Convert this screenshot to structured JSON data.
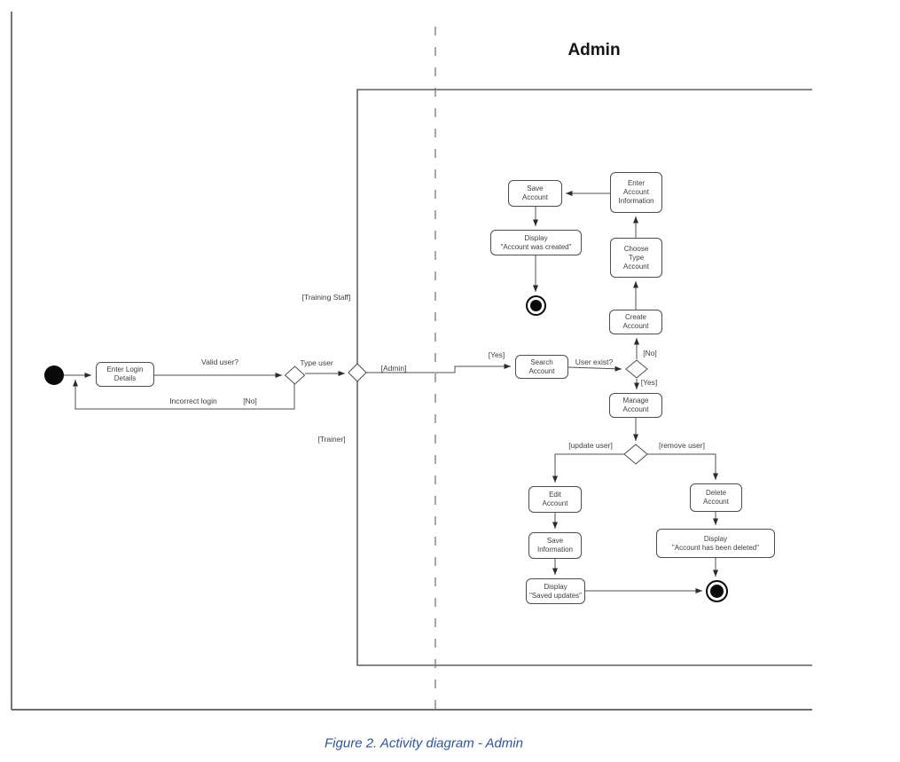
{
  "page": {
    "title": "Admin",
    "caption": "Figure 2. Activity diagram - Admin"
  },
  "colors": {
    "connector_line": "#4f4f4f",
    "frame_line": "#3f3f3f",
    "node_border": "#4d4d4d",
    "node_fill": "#ffffff",
    "text": "#3e3e3e",
    "caption_blue": "#2F5496"
  },
  "nodes": {
    "enter_login": {
      "label": "Enter Login\nDetails"
    },
    "search_account": {
      "label": "Search\nAccount"
    },
    "create_account": {
      "label": "Create\nAccount"
    },
    "choose_type_account": {
      "label": "Choose\nType\nAccount"
    },
    "enter_account_information": {
      "label": "Enter\nAccount\nInformation"
    },
    "save_account": {
      "label": "Save\nAccount"
    },
    "display_account_created": {
      "label": "Display\n\"Account was created\""
    },
    "manage_account": {
      "label": "Manage\nAccount"
    },
    "edit_account": {
      "label": "Edit\nAccount"
    },
    "save_information": {
      "label": "Save\nInformation"
    },
    "display_saved_updates": {
      "label": "Display\n\"Saved updates\""
    },
    "delete_account": {
      "label": "Delete\nAccount"
    },
    "display_account_deleted": {
      "label": "Display\n\"Account has been deleted\""
    }
  },
  "labels": {
    "valid_user": "Valid user?",
    "type_user": "Type user",
    "incorrect_login": "Incorrect login",
    "no_login": "[No]",
    "training_staff": "[Training Staff]",
    "admin_branch": "[Admin]",
    "trainer": "[Trainer]",
    "yes_admin": "[Yes]",
    "user_exist": "User exist?",
    "no_exist": "[No]",
    "yes_exist": "[Yes]",
    "update_user": "[update user]",
    "remove_user": "[remove user]"
  }
}
